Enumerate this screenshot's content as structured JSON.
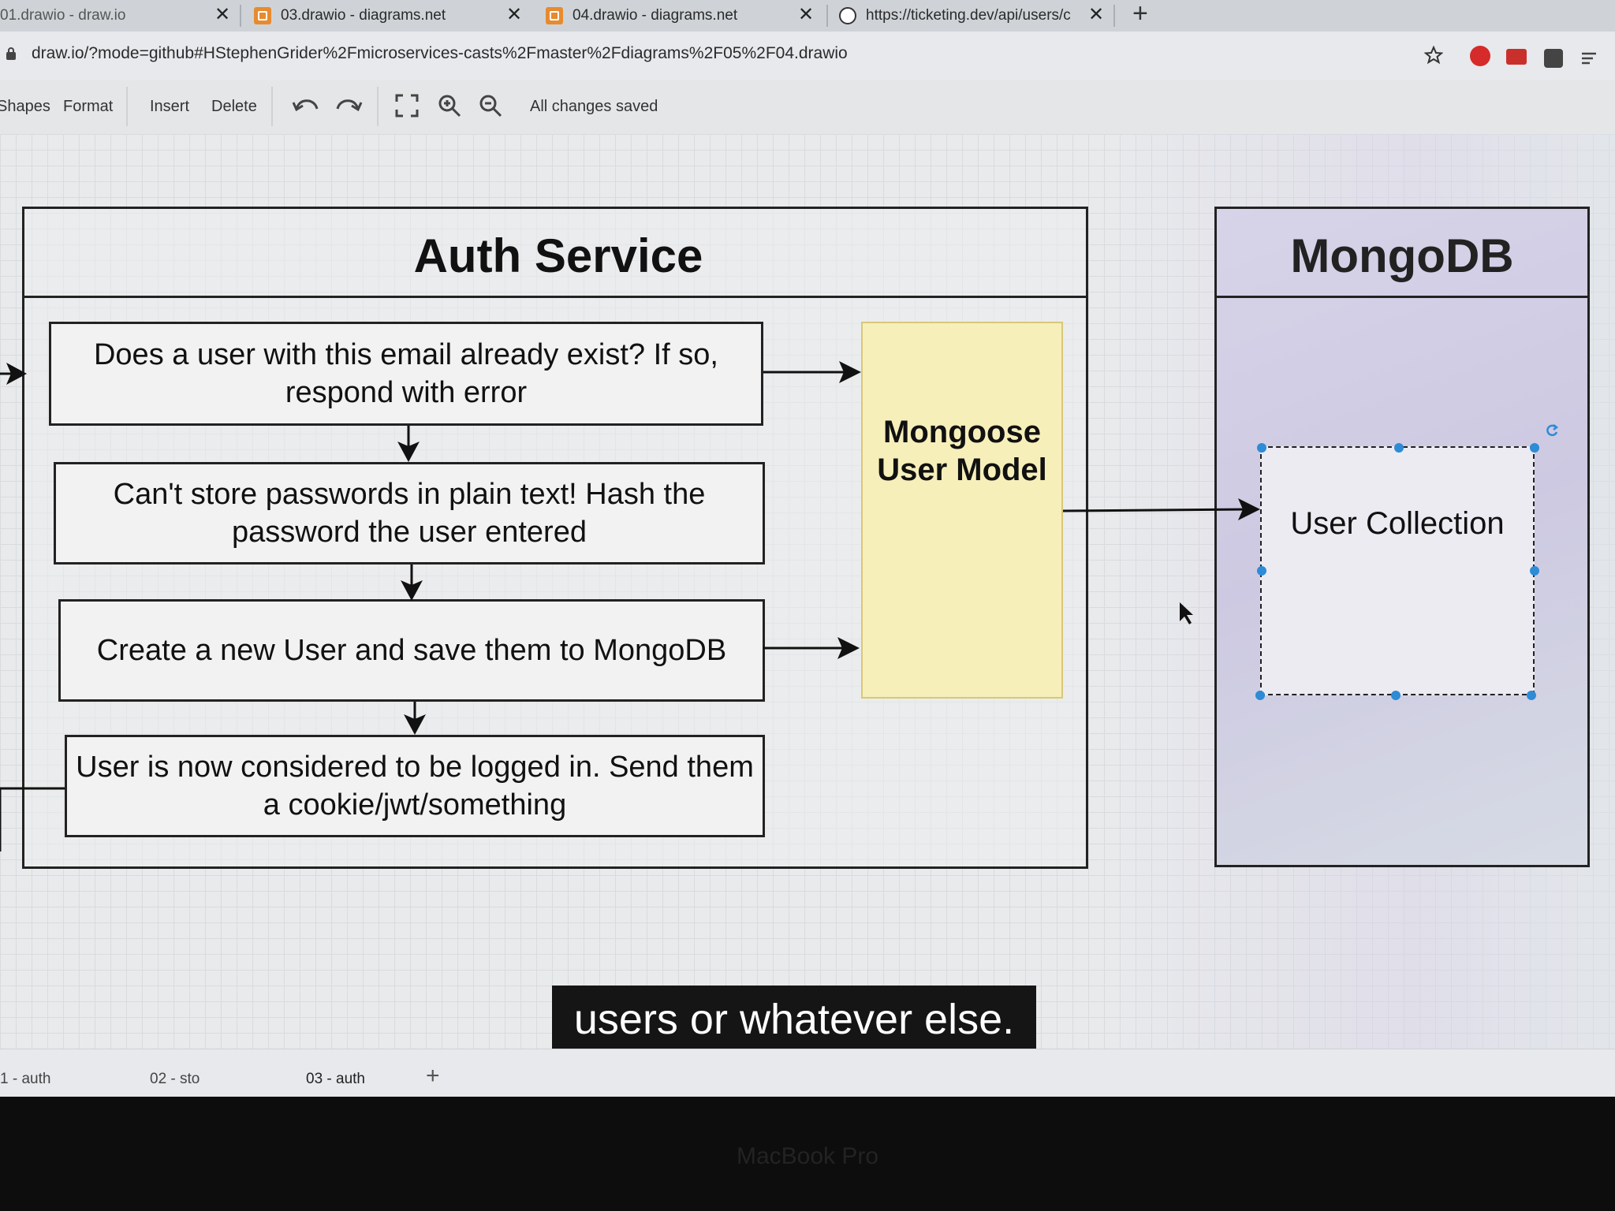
{
  "browser": {
    "tabs": [
      {
        "title": "01.drawio - draw.io"
      },
      {
        "title": "03.drawio - diagrams.net"
      },
      {
        "title": "04.drawio - diagrams.net"
      },
      {
        "title": "https://ticketing.dev/api/users/c"
      }
    ],
    "close_glyph": "✕",
    "new_tab_glyph": "+",
    "url": "draw.io/?mode=github#HStephenGrider%2Fmicroservices-casts%2Fmaster%2Fdiagrams%2F05%2F04.drawio"
  },
  "toolbar": {
    "shapes": "Shapes",
    "format": "Format",
    "insert": "Insert",
    "delete": "Delete",
    "status": "All changes saved"
  },
  "diagram": {
    "auth_title": "Auth Service",
    "mongo_title": "MongoDB",
    "steps": [
      "Does a user with this email already exist? If so, respond with error",
      "Can't store passwords in plain text!  Hash the password the user entered",
      "Create a new User and save them to MongoDB",
      "User is now considered to be logged in.  Send them a cookie/jwt/something"
    ],
    "model": "Mongoose User Model",
    "collection": "User Collection"
  },
  "caption": "users or whatever else.",
  "pages": [
    "1 - auth",
    "02 - sto",
    "03 - auth"
  ],
  "add_page_glyph": "+",
  "device_label": "MacBook Pro",
  "colors": {
    "model_fill": "#f7efba",
    "handle": "#2e8bd6",
    "caption_bg": "#151515"
  }
}
